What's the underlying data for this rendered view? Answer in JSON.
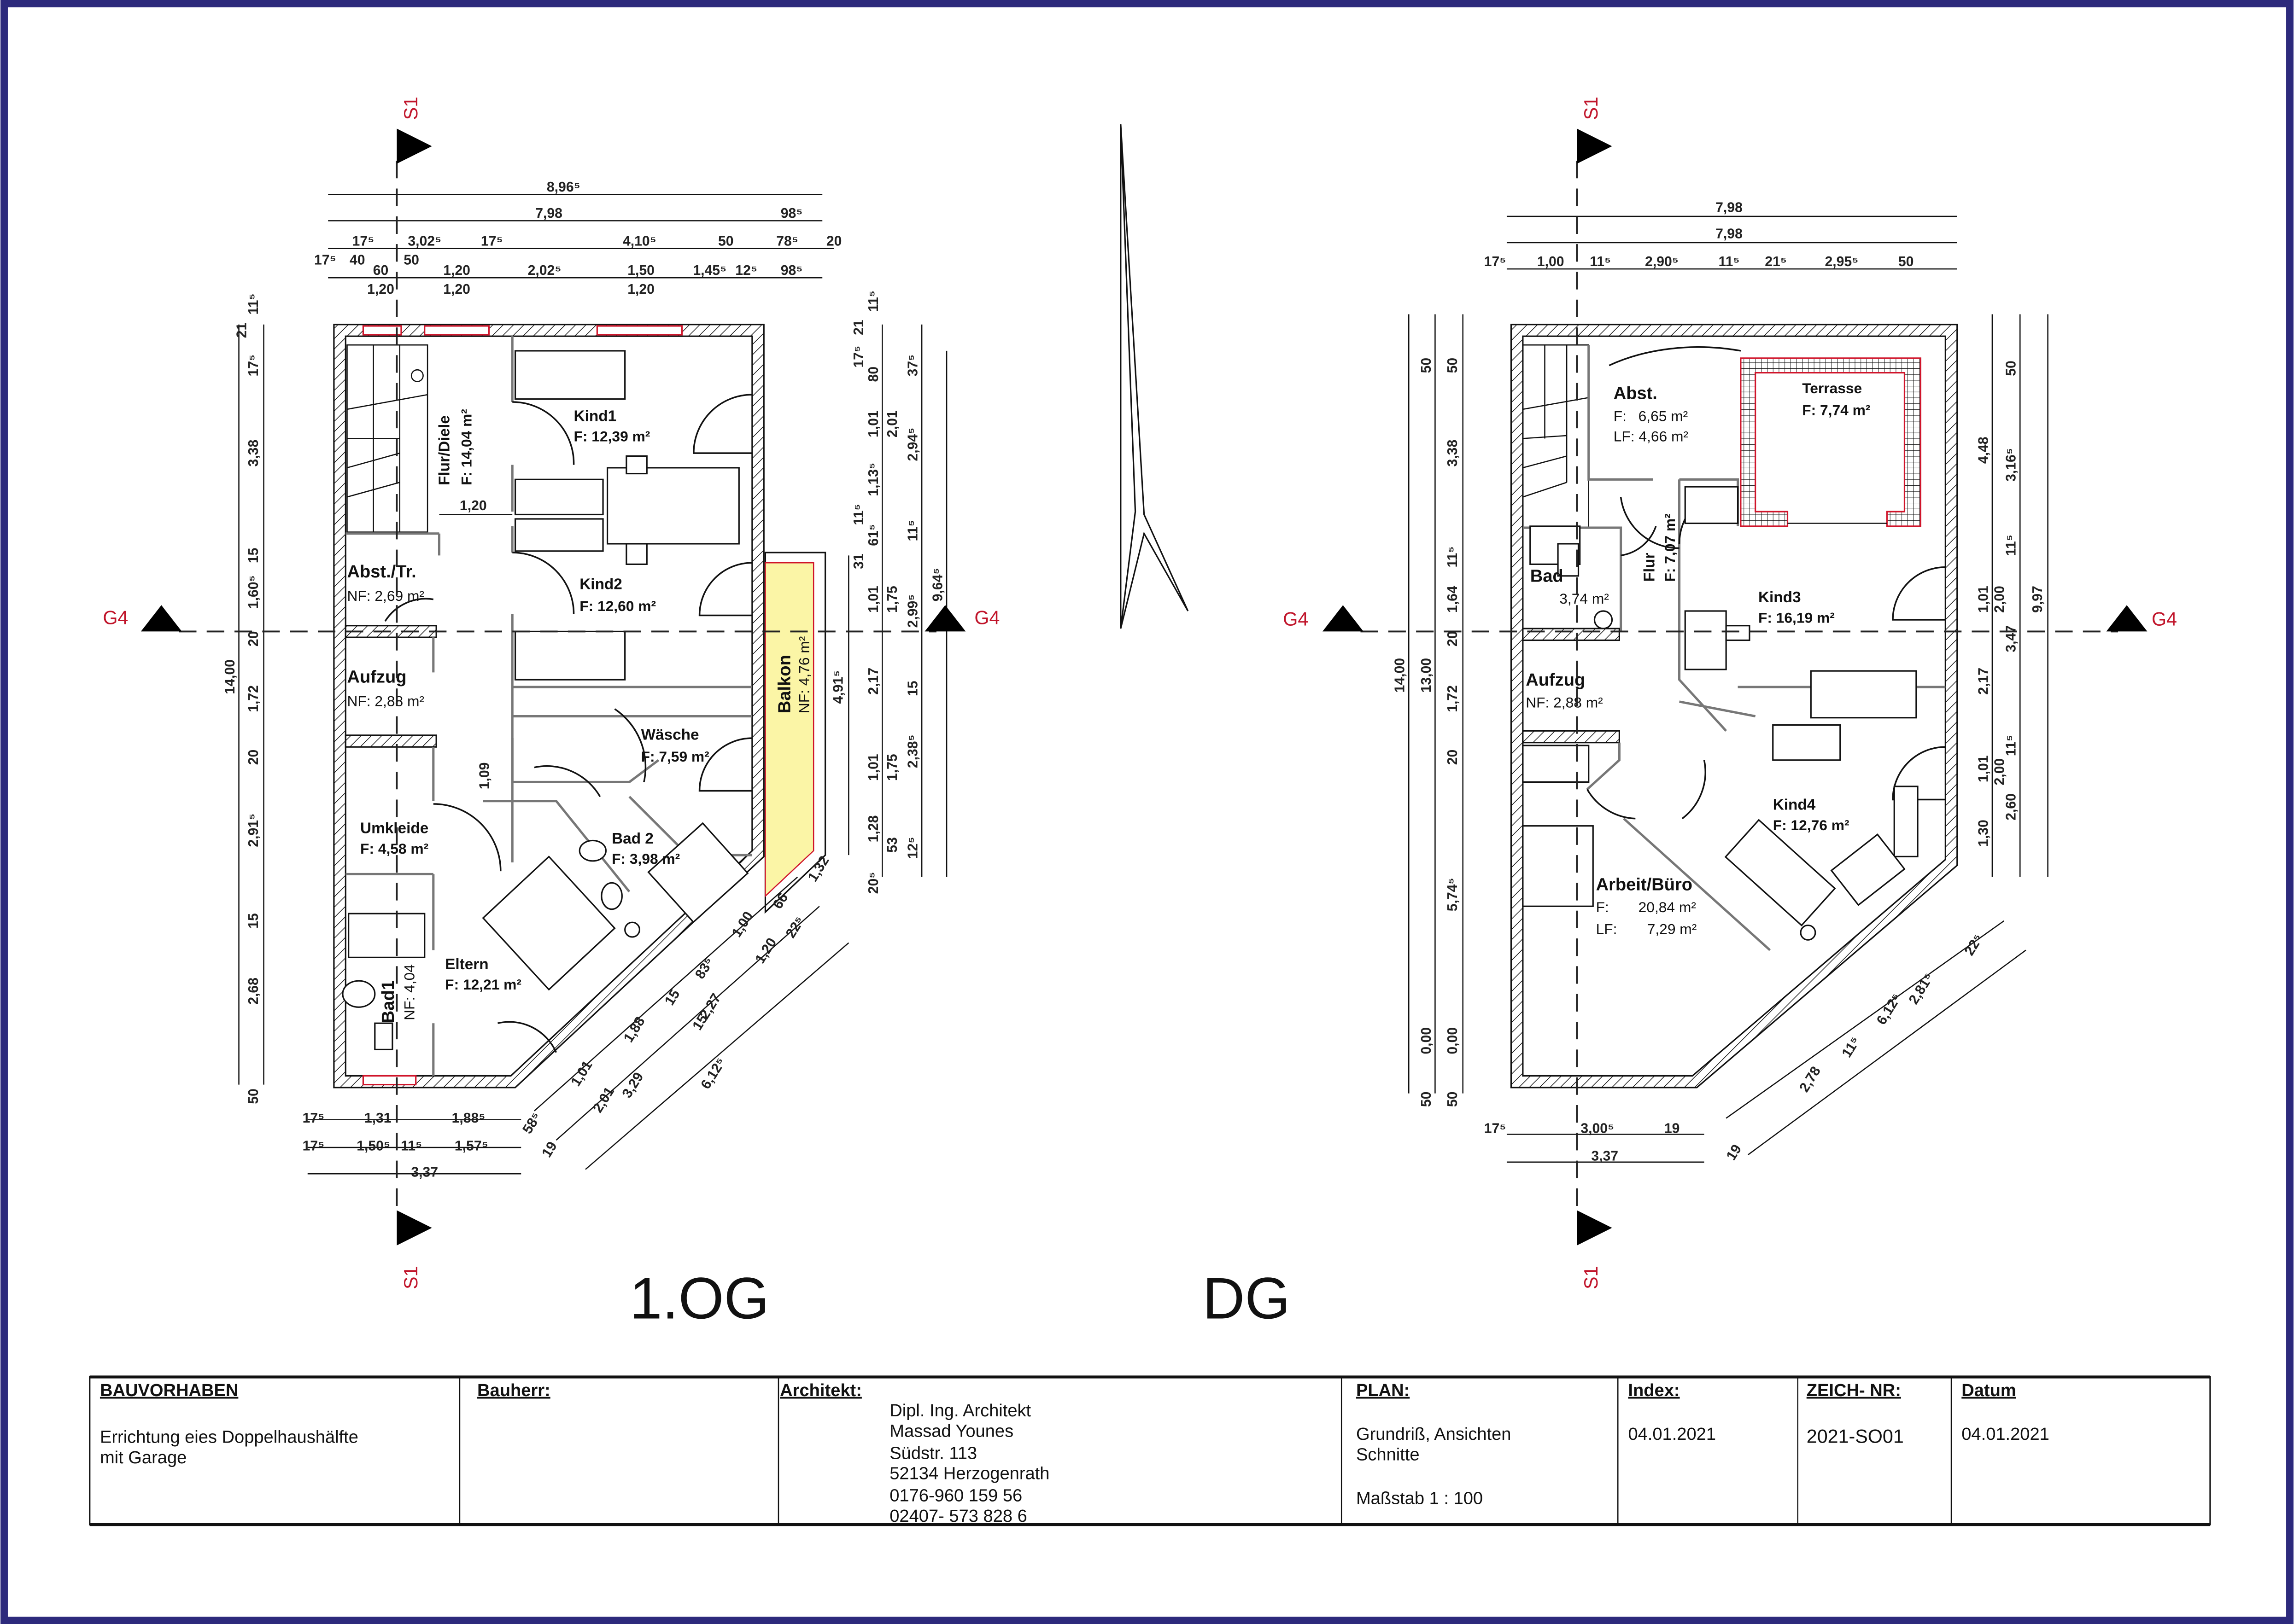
{
  "colors": {
    "frame": "#2d2a7c",
    "section_label": "#c0142a",
    "balcony_fill": "#fbf5a6",
    "window": "#d0142a"
  },
  "section_marks": {
    "s1": "S1",
    "g4": "G4"
  },
  "north_arrow": "north-arrow-icon",
  "plans": {
    "og": {
      "title": "1.OG",
      "rooms": {
        "kind1": {
          "name": "Kind1",
          "area": "F: 12,39 m²"
        },
        "flur": {
          "name": "Flur/Diele",
          "area": "F: 14,04 m²"
        },
        "flur_width": "1,20",
        "abst": {
          "name": "Abst./Tr.",
          "area": "NF: 2,69 m²"
        },
        "kind2": {
          "name": "Kind2",
          "area": "F: 12,60 m²"
        },
        "aufzug": {
          "name": "Aufzug",
          "area": "NF: 2,88 m²"
        },
        "balkon": {
          "name": "Balkon",
          "area": "NF: 4,76 m²"
        },
        "waesche": {
          "name": "Wäsche",
          "area": "F: 7,59 m²"
        },
        "passage": "1,09",
        "umkleide": {
          "name": "Umkleide",
          "area": "F: 4,58 m²"
        },
        "bad2": {
          "name": "Bad 2",
          "area": "F: 3,98 m²"
        },
        "eltern": {
          "name": "Eltern",
          "area": "F: 12,21 m²"
        },
        "bad1": {
          "name": "Bad1",
          "area": "NF: 4,04"
        }
      }
    },
    "dg": {
      "title": "DG",
      "rooms": {
        "abst": {
          "name": "Abst.",
          "f_label": "F:",
          "f": "6,65 m²",
          "lf": "LF: 4,66 m²"
        },
        "terrasse": {
          "name": "Terrasse",
          "area": "F: 7,74 m²"
        },
        "flur": {
          "name": "Flur",
          "area": "F: 7,07 m²"
        },
        "bad": {
          "name": "Bad",
          "area": "3,74 m²"
        },
        "kind3": {
          "name": "Kind3",
          "area": "F: 16,19 m²"
        },
        "aufzug": {
          "name": "Aufzug",
          "area": "NF: 2,88 m²"
        },
        "kind4": {
          "name": "Kind4",
          "area": "F: 12,76 m²"
        },
        "buero": {
          "name": "Arbeit/Büro",
          "f_label": "F:",
          "f": "20,84 m²",
          "lf_label": "LF:",
          "lf": "7,29 m²"
        }
      }
    }
  },
  "dimensions": {
    "og_top": [
      "8,96⁵",
      "7,98",
      "98⁵",
      "17⁵",
      "3,02⁵",
      "17⁵",
      "4,10⁵",
      "50",
      "78⁵",
      "20",
      "17⁵",
      "40",
      "50",
      "60",
      "1,20",
      "2,02⁵",
      "1,50",
      "1,45⁵",
      "12⁵",
      "98⁵",
      "1,20",
      "1,20",
      "1,20"
    ],
    "og_left": [
      "14,00",
      "11⁵",
      "21",
      "17⁵",
      "3,38",
      "15",
      "1,60⁵",
      "20",
      "1,72",
      "20",
      "2,91⁵",
      "15",
      "2,68",
      "50"
    ],
    "og_right": [
      "11⁵",
      "21",
      "17⁵",
      "80",
      "37⁵",
      "1,01",
      "2,01",
      "2,94⁵",
      "1,13⁵",
      "11⁵",
      "11⁵",
      "61⁵",
      "31",
      "1,01",
      "1,75",
      "2,99⁵",
      "9,64⁵",
      "4,91⁵",
      "2,17",
      "15",
      "1,01",
      "1,75",
      "2,38⁵",
      "12⁵",
      "1,28",
      "53",
      "20⁵"
    ],
    "og_bottom": [
      "17⁵",
      "1,31",
      "1,88⁵",
      "17⁵",
      "1,50⁵",
      "11⁵",
      "1,57⁵",
      "3,37"
    ],
    "og_diagonal": [
      "1,32",
      "66",
      "1,00",
      "1,20",
      "22⁵",
      "83⁵",
      "2,27",
      "15",
      "15",
      "1,88",
      "1,01",
      "2,01",
      "3,29",
      "6,12⁵",
      "58⁵",
      "19"
    ],
    "dg_top": [
      "7,98",
      "7,98",
      "17⁵",
      "1,00",
      "11⁵",
      "2,90⁵",
      "11⁵",
      "21⁵",
      "2,95⁵",
      "50"
    ],
    "dg_left": [
      "14,00",
      "13,00",
      "50",
      "50",
      "3,38",
      "11⁵",
      "1,64",
      "20",
      "1,72",
      "20",
      "5,74⁵",
      "0,00",
      "0,00",
      "50",
      "50"
    ],
    "dg_right": [
      "4,48",
      "50",
      "3,16⁵",
      "11⁵",
      "1,01",
      "2,00",
      "3,47",
      "9,97",
      "2,17",
      "11⁵",
      "1,01",
      "2,00",
      "2,60",
      "1,30"
    ],
    "dg_bottom": [
      "17⁵",
      "3,00⁵",
      "19",
      "3,37"
    ],
    "dg_diagonal": [
      "22⁵",
      "2,81⁵",
      "6,12⁵",
      "11⁵",
      "2,78",
      "19"
    ]
  },
  "title_block": {
    "bauvorhaben": {
      "label": "BAUVORHABEN",
      "lines": [
        "Errichtung eies Doppelhaushälfte",
        "mit Garage"
      ]
    },
    "bauherr": {
      "label": "Bauherr:"
    },
    "architekt": {
      "label": "Architekt:",
      "lines": [
        "Dipl. Ing. Architekt",
        "Massad Younes",
        "Südstr. 113",
        "52134 Herzogenrath",
        "0176-960 159 56",
        "02407- 573 828 6"
      ]
    },
    "plan": {
      "label": "PLAN:",
      "lines": [
        "Grundriß, Ansichten",
        "Schnitte"
      ],
      "scale": "Maßstab 1 : 100"
    },
    "index": {
      "label": "Index:",
      "value": "04.01.2021"
    },
    "zeich_nr": {
      "label": "ZEICH- NR:",
      "value": "2021-SO01"
    },
    "datum": {
      "label": "Datum",
      "value": "04.01.2021"
    }
  }
}
